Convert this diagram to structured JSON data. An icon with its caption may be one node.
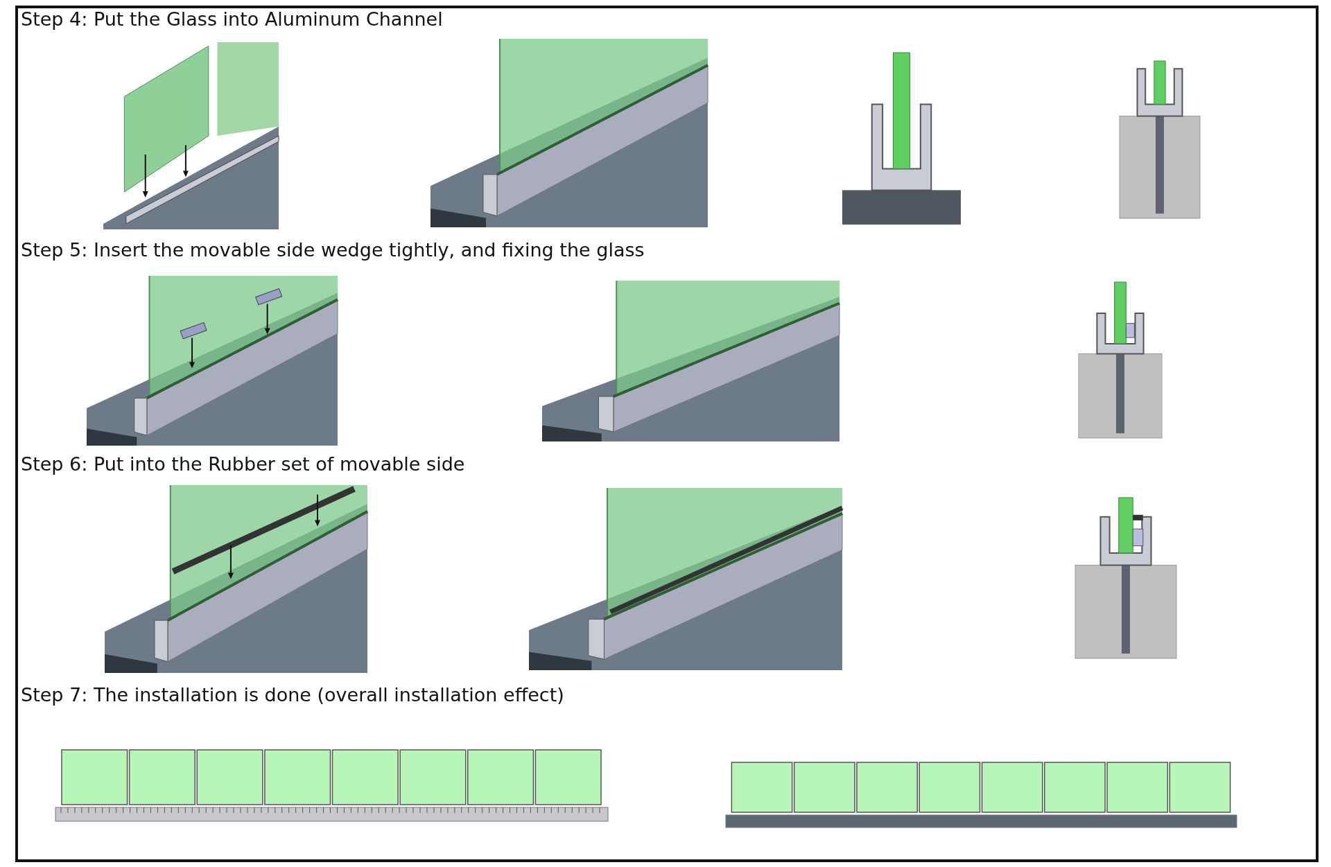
{
  "diagram": {
    "labels": [
      "Step 4: Put the Glass into Aluminum Channel",
      "Step 5: Insert the movable side wedge tightly, and fixing the glass",
      "Step 6: Put into the Rubber set of movable side",
      "Step 7: The installation is done (overall installation effect)"
    ]
  }
}
